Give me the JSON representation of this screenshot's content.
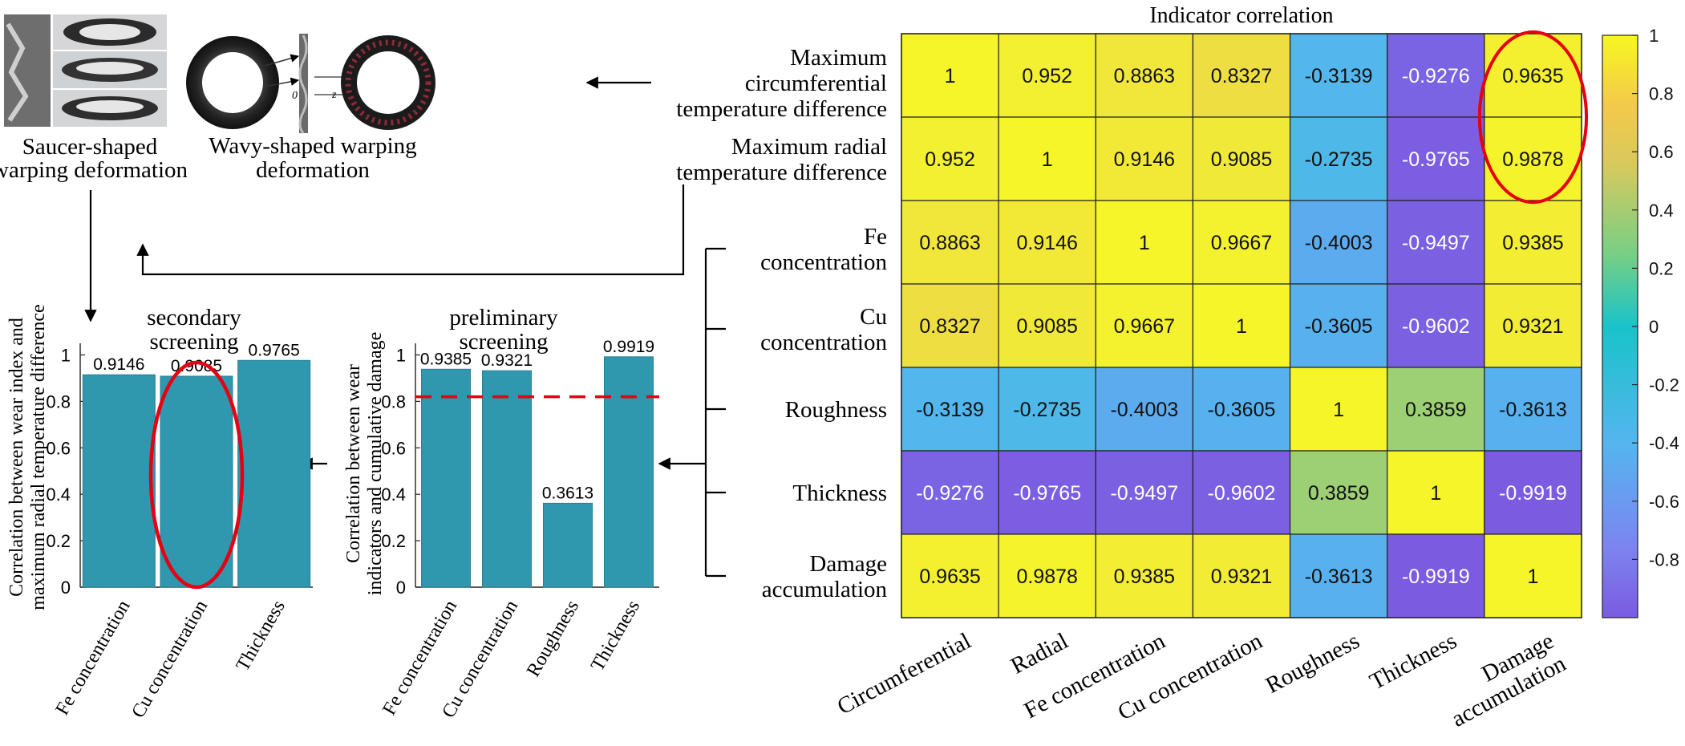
{
  "figure": {
    "saucer_caption": [
      "Saucer-shaped",
      "warping deformation"
    ],
    "wavy_caption": [
      "Wavy-shaped  warping",
      "deformation"
    ],
    "photo_axis_labels": [
      "0",
      "z"
    ]
  },
  "colors": {
    "bar": "#2f97ae",
    "highlight": "#e60012",
    "threshold_line": "#e60012",
    "colormap": [
      "#7b5be0",
      "#7c84f0",
      "#55b5ef",
      "#2ec5c9",
      "#8fd27a",
      "#e8c85a",
      "#f5f52a"
    ]
  },
  "chart_data": [
    {
      "type": "heatmap",
      "title": "Indicator correlation",
      "row_labels": [
        [
          "Maximum",
          "circumferential",
          "temperature difference"
        ],
        [
          "Maximum radial",
          "temperature difference"
        ],
        [
          "Fe",
          "concentration"
        ],
        [
          "Cu",
          "concentration"
        ],
        [
          "Roughness"
        ],
        [
          "Thickness"
        ],
        [
          "Damage",
          "accumulation"
        ]
      ],
      "col_labels": [
        [
          "Circumferential"
        ],
        [
          "Radial"
        ],
        [
          "Fe concentration"
        ],
        [
          "Cu concentration"
        ],
        [
          "Roughness"
        ],
        [
          "Thickness"
        ],
        [
          "Damage",
          "accumulation"
        ]
      ],
      "values": [
        [
          1,
          0.952,
          0.8863,
          0.8327,
          -0.3139,
          -0.9276,
          0.9635
        ],
        [
          0.952,
          1,
          0.9146,
          0.9085,
          -0.2735,
          -0.9765,
          0.9878
        ],
        [
          0.8863,
          0.9146,
          1,
          0.9667,
          -0.4003,
          -0.9497,
          0.9385
        ],
        [
          0.8327,
          0.9085,
          0.9667,
          1,
          -0.3605,
          -0.9602,
          0.9321
        ],
        [
          -0.3139,
          -0.2735,
          -0.4003,
          -0.3605,
          1,
          0.3859,
          -0.3613
        ],
        [
          -0.9276,
          -0.9765,
          -0.9497,
          -0.9602,
          0.3859,
          1,
          -0.9919
        ],
        [
          0.9635,
          0.9878,
          0.9385,
          0.9321,
          -0.3613,
          -0.9919,
          1
        ]
      ],
      "labels": [
        [
          "1",
          "0.952",
          "0.8863",
          "0.8327",
          "-0.3139",
          "-0.9276",
          "0.9635"
        ],
        [
          "0.952",
          "1",
          "0.9146",
          "0.9085",
          "-0.2735",
          "-0.9765",
          "0.9878"
        ],
        [
          "0.8863",
          "0.9146",
          "1",
          "0.9667",
          "-0.4003",
          "-0.9497",
          "0.9385"
        ],
        [
          "0.8327",
          "0.9085",
          "0.9667",
          "1",
          "-0.3605",
          "-0.9602",
          "0.9321"
        ],
        [
          "-0.3139",
          "-0.2735",
          "-0.4003",
          "-0.3605",
          "1",
          "0.3859",
          "-0.3613"
        ],
        [
          "-0.9276",
          "-0.9765",
          "-0.9497",
          "-0.9602",
          "0.3859",
          "1",
          "-0.9919"
        ],
        [
          "0.9635",
          "0.9878",
          "0.9385",
          "0.9321",
          "-0.3613",
          "-0.9919",
          "1"
        ]
      ],
      "colorbar": {
        "range": [
          -1,
          1
        ],
        "ticks": [
          -0.8,
          -0.6,
          -0.4,
          -0.2,
          0,
          0.2,
          0.4,
          0.6,
          0.8,
          1
        ],
        "tick_labels": [
          "-0.8",
          "-0.6",
          "-0.4",
          "-0.2",
          "0",
          "0.2",
          "0.4",
          "0.6",
          "0.8",
          "1"
        ]
      },
      "highlighted_column": 6,
      "highlighted_rows": [
        0,
        1
      ]
    },
    {
      "type": "bar",
      "title": [
        "preliminary",
        "screening"
      ],
      "categories": [
        "Fe concentration",
        "Cu concentration",
        "Roughness",
        "Thickness"
      ],
      "values": [
        0.9385,
        0.9321,
        0.3613,
        0.9919
      ],
      "value_labels": [
        "0.9385",
        "0.9321",
        "0.3613",
        "0.9919"
      ],
      "ylabel": [
        "Correlation between wear",
        "indicators and cumulative damage"
      ],
      "ylim": [
        0,
        1.05
      ],
      "yticks": [
        0,
        0.2,
        0.4,
        0.6,
        0.8,
        1
      ],
      "ytick_labels": [
        "0",
        "0.2",
        "0.4",
        "0.6",
        "0.8",
        "1"
      ],
      "threshold": 0.82
    },
    {
      "type": "bar",
      "title": [
        "secondary",
        "screening"
      ],
      "categories": [
        "Fe concentration",
        "Cu concentration",
        "Thickness"
      ],
      "values": [
        0.9146,
        0.9085,
        0.9765
      ],
      "value_labels": [
        "0.9146",
        "0.9085",
        "0.9765"
      ],
      "ylabel": [
        "Correlation between wear index and",
        "maximum radial temperature difference"
      ],
      "ylim": [
        0,
        1.05
      ],
      "yticks": [
        0,
        0.2,
        0.4,
        0.6,
        0.8,
        1
      ],
      "ytick_labels": [
        "0",
        "0.2",
        "0.4",
        "0.6",
        "0.8",
        "1"
      ],
      "highlighted_category": 1
    }
  ]
}
